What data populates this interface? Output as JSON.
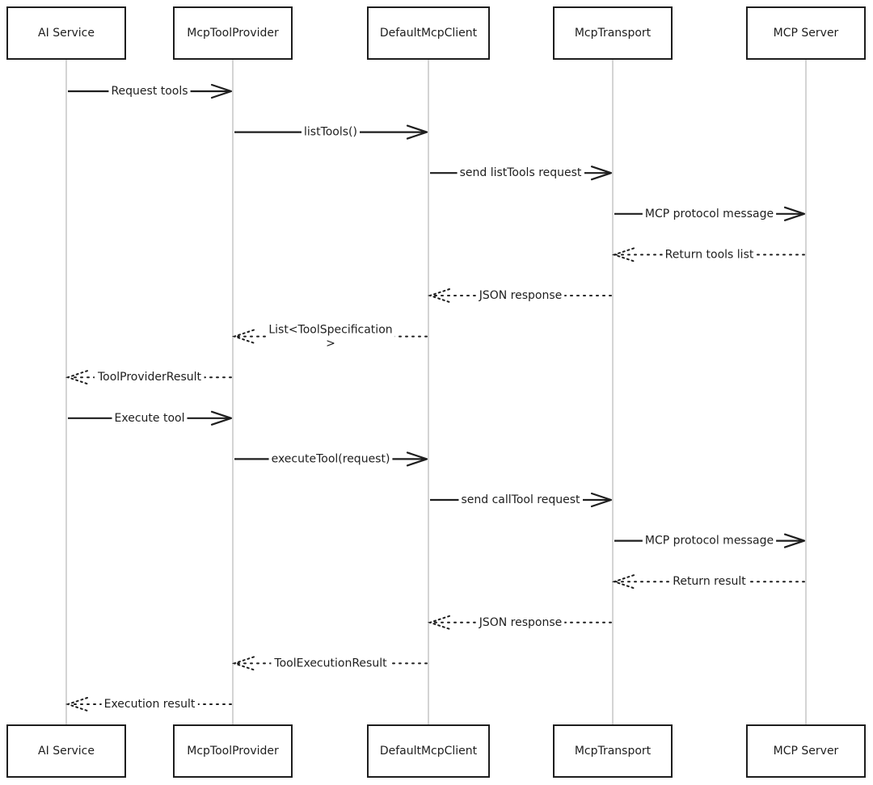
{
  "actors": [
    {
      "id": "ai",
      "label": "AI Service"
    },
    {
      "id": "provider",
      "label": "McpToolProvider"
    },
    {
      "id": "client",
      "label": "DefaultMcpClient"
    },
    {
      "id": "transport",
      "label": "McpTransport"
    },
    {
      "id": "server",
      "label": "MCP Server"
    }
  ],
  "messages": [
    {
      "from": "ai",
      "to": "provider",
      "label": "Request tools",
      "style": "solid"
    },
    {
      "from": "provider",
      "to": "client",
      "label": "listTools()",
      "style": "solid"
    },
    {
      "from": "client",
      "to": "transport",
      "label": "send listTools request",
      "style": "solid"
    },
    {
      "from": "transport",
      "to": "server",
      "label": "MCP protocol message",
      "style": "solid"
    },
    {
      "from": "server",
      "to": "transport",
      "label": "Return tools list",
      "style": "dotted"
    },
    {
      "from": "transport",
      "to": "client",
      "label": "JSON response",
      "style": "dotted"
    },
    {
      "from": "client",
      "to": "provider",
      "label": "List<ToolSpecification>",
      "style": "dotted"
    },
    {
      "from": "provider",
      "to": "ai",
      "label": "ToolProviderResult",
      "style": "dotted"
    },
    {
      "from": "ai",
      "to": "provider",
      "label": "Execute tool",
      "style": "solid"
    },
    {
      "from": "provider",
      "to": "client",
      "label": "executeTool(request)",
      "style": "solid"
    },
    {
      "from": "client",
      "to": "transport",
      "label": "send callTool request",
      "style": "solid"
    },
    {
      "from": "transport",
      "to": "server",
      "label": "MCP protocol message",
      "style": "solid"
    },
    {
      "from": "server",
      "to": "transport",
      "label": "Return result",
      "style": "dotted"
    },
    {
      "from": "transport",
      "to": "client",
      "label": "JSON response",
      "style": "dotted"
    },
    {
      "from": "client",
      "to": "provider",
      "label": "ToolExecutionResult",
      "style": "dotted"
    },
    {
      "from": "provider",
      "to": "ai",
      "label": "Execution result",
      "style": "dotted"
    }
  ]
}
